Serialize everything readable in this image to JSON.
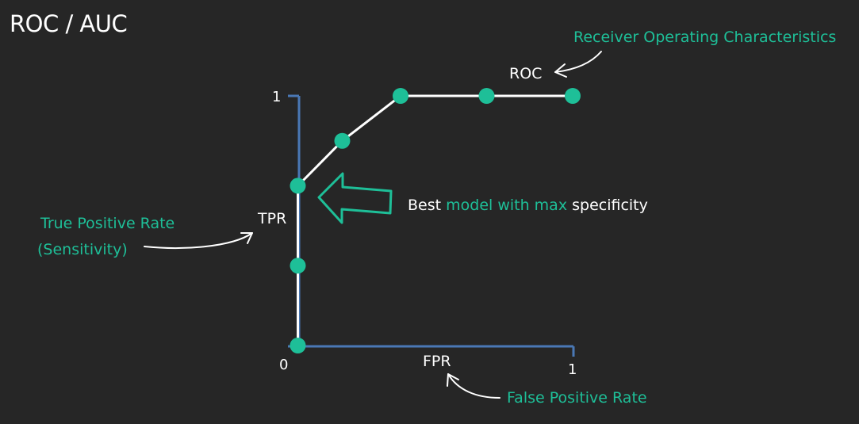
{
  "colors": {
    "background": "#262626",
    "accent": "#1ebf98",
    "axis": "#4a78b5",
    "curve": "#ffffff",
    "text": "#ffffff"
  },
  "chart_data": {
    "type": "line",
    "title": "ROC / AUC",
    "xlabel": "FPR",
    "ylabel": "TPR",
    "xlim": [
      0,
      1
    ],
    "ylim": [
      0,
      1
    ],
    "x_ticks": [
      "0",
      "1"
    ],
    "y_ticks": [
      "1"
    ],
    "series": [
      {
        "name": "ROC",
        "x": [
          0.01,
          0.01,
          0.01,
          0.17,
          0.38,
          0.69,
          1.0
        ],
        "y": [
          0.0,
          0.32,
          0.64,
          0.82,
          1.0,
          1.0,
          1.0
        ]
      }
    ],
    "annotations": {
      "roc_full": "Receiver Operating Characteristics",
      "tpr_full_line1": "True Positive Rate",
      "tpr_full_line2": "(Sensitivity)",
      "fpr_full": "False Positive Rate",
      "best_model": {
        "part1": "Best ",
        "part2": "model with max",
        "part3": " specificity"
      }
    }
  }
}
